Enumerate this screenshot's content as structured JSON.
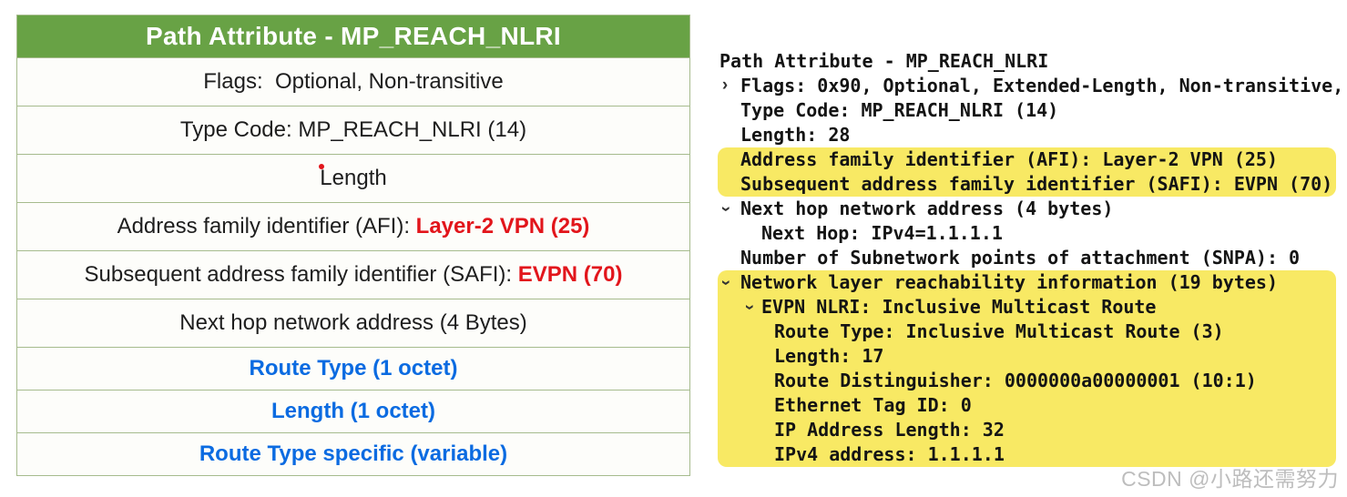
{
  "table": {
    "header": "Path Attribute - MP_REACH_NLRI",
    "rows": [
      {
        "size": "tall",
        "dot": false,
        "segments": [
          {
            "text": "Flags:  Optional, Non-transitive",
            "color": "black"
          }
        ]
      },
      {
        "size": "tall",
        "dot": false,
        "segments": [
          {
            "text": "Type Code: MP_REACH_NLRI (14)",
            "color": "black"
          }
        ]
      },
      {
        "size": "tall",
        "dot": true,
        "segments": [
          {
            "text": "Length",
            "color": "black"
          }
        ]
      },
      {
        "size": "tall",
        "dot": false,
        "segments": [
          {
            "text": "Address family identifier (AFI): ",
            "color": "black"
          },
          {
            "text": "Layer-2 VPN (25)",
            "color": "red"
          }
        ]
      },
      {
        "size": "tall",
        "dot": false,
        "segments": [
          {
            "text": "Subsequent address family identifier (SAFI): ",
            "color": "black"
          },
          {
            "text": "EVPN (70)",
            "color": "red"
          }
        ]
      },
      {
        "size": "tall",
        "dot": false,
        "segments": [
          {
            "text": "Next hop network address (4 Bytes)",
            "color": "black"
          }
        ]
      },
      {
        "size": "short",
        "dot": false,
        "segments": [
          {
            "text": "Route Type (1 octet)",
            "color": "blue"
          }
        ]
      },
      {
        "size": "short",
        "dot": false,
        "segments": [
          {
            "text": "Length (1 octet)",
            "color": "blue"
          }
        ]
      },
      {
        "size": "short",
        "dot": false,
        "segments": [
          {
            "text": "Route Type specific (variable)",
            "color": "blue"
          }
        ]
      }
    ]
  },
  "packet_detail": {
    "groups": [
      {
        "highlight": false,
        "lines": [
          {
            "icon": "none",
            "indent": 0,
            "text": "Path Attribute - MP_REACH_NLRI"
          },
          {
            "icon": "chevron-right",
            "indent": 1,
            "text": "Flags: 0x90, Optional, Extended-Length, Non-transitive,"
          },
          {
            "icon": "none",
            "indent": 1,
            "text": "Type Code: MP_REACH_NLRI (14)"
          },
          {
            "icon": "none",
            "indent": 1,
            "text": "Length: 28"
          }
        ]
      },
      {
        "highlight": true,
        "lines": [
          {
            "icon": "none",
            "indent": 1,
            "text": "Address family identifier (AFI): Layer-2 VPN (25)"
          },
          {
            "icon": "none",
            "indent": 1,
            "text": "Subsequent address family identifier (SAFI): EVPN (70)"
          }
        ]
      },
      {
        "highlight": false,
        "lines": [
          {
            "icon": "chevron-down",
            "indent": 1,
            "text": "Next hop network address (4 bytes)"
          },
          {
            "icon": "none",
            "indent": 2,
            "text": "Next Hop: IPv4=1.1.1.1"
          },
          {
            "icon": "none",
            "indent": 1,
            "text": "Number of Subnetwork points of attachment (SNPA): 0"
          }
        ]
      },
      {
        "highlight": true,
        "lines": [
          {
            "icon": "chevron-down",
            "indent": 1,
            "text": "Network layer reachability information (19 bytes)"
          },
          {
            "icon": "chevron-down",
            "indent": 2,
            "text": "EVPN NLRI: Inclusive Multicast Route"
          },
          {
            "icon": "none",
            "indent": 3,
            "text": "Route Type: Inclusive Multicast Route (3)"
          },
          {
            "icon": "none",
            "indent": 3,
            "text": "Length: 17"
          },
          {
            "icon": "none",
            "indent": 3,
            "text": "Route Distinguisher: 0000000a00000001 (10:1)"
          },
          {
            "icon": "none",
            "indent": 3,
            "text": "Ethernet Tag ID: 0"
          },
          {
            "icon": "none",
            "indent": 3,
            "text": "IP Address Length: 32"
          },
          {
            "icon": "none",
            "indent": 3,
            "text": "IPv4 address: 1.1.1.1"
          }
        ]
      }
    ]
  },
  "colors": {
    "header_green": "#68a245",
    "table_border": "#a6bb8d",
    "highlight_yellow": "#f8e964",
    "red_text": "#e2151b",
    "blue_text": "#0b6be1"
  },
  "watermark": "CSDN @小路还需努力"
}
